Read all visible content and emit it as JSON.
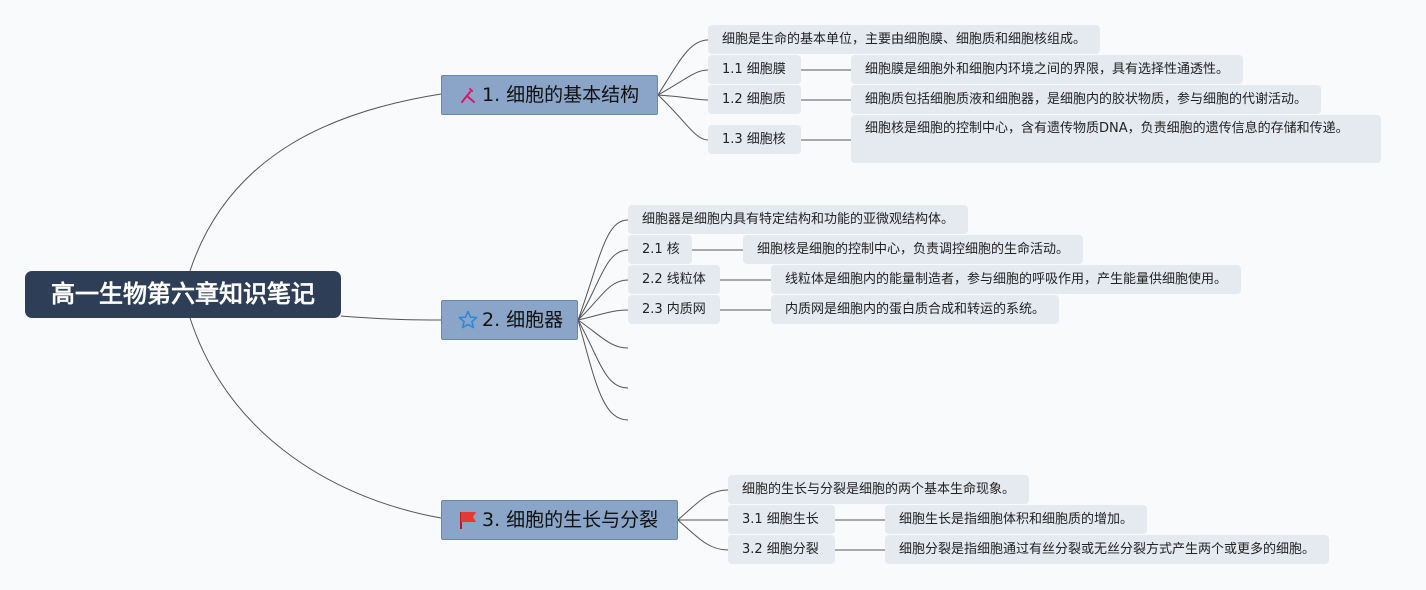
{
  "root": {
    "title": "高一生物第六章知识笔记"
  },
  "branches": [
    {
      "label": "1. 细胞的基本结构",
      "icon": "tools-icon",
      "icon_color": "#d81b60",
      "summary": "细胞是生命的基本单位，主要由细胞膜、细胞质和细胞核组成。",
      "items": [
        {
          "label": "1.1 细胞膜",
          "detail": "细胞膜是细胞外和细胞内环境之间的界限，具有选择性通透性。"
        },
        {
          "label": "1.2 细胞质",
          "detail": "细胞质包括细胞质液和细胞器，是细胞内的胶状物质，参与细胞的代谢活动。"
        },
        {
          "label": "1.3 细胞核",
          "detail": "细胞核是细胞的控制中心，含有遗传物质DNA，负责细胞的遗传信息的存储和传递。"
        }
      ]
    },
    {
      "label": "2. 细胞器",
      "icon": "star-icon",
      "icon_color": "#2b8ad8",
      "summary": "细胞器是细胞内具有特定结构和功能的亚微观结构体。",
      "items": [
        {
          "label": "2.1 核",
          "detail": "细胞核是细胞的控制中心，负责调控细胞的生命活动。"
        },
        {
          "label": "2.2 线粒体",
          "detail": "线粒体是细胞内的能量制造者，参与细胞的呼吸作用，产生能量供细胞使用。"
        },
        {
          "label": "2.3 内质网",
          "detail": "内质网是细胞内的蛋白质合成和转运的系统。"
        }
      ]
    },
    {
      "label": "3. 细胞的生长与分裂",
      "icon": "flag-icon",
      "icon_color": "#e53935",
      "summary": "细胞的生长与分裂是细胞的两个基本生命现象。",
      "items": [
        {
          "label": "3.1 细胞生长",
          "detail": "细胞生长是指细胞体积和细胞质的增加。"
        },
        {
          "label": "3.2 细胞分裂",
          "detail": "细胞分裂是指细胞通过有丝分裂或无丝分裂方式产生两个或更多的细胞。"
        }
      ]
    }
  ],
  "colors": {
    "root_bg": "#2e3e56",
    "branch_bg": "#8aa5c8",
    "node_bg": "#e5e9f0",
    "line": "#555555"
  }
}
